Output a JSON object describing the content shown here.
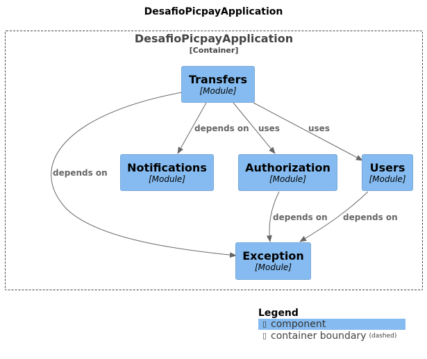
{
  "title": "DesafioPicpayApplication",
  "boundary": {
    "name": "DesafioPicpayApplication",
    "type": "[Container]"
  },
  "nodes": {
    "transfers": {
      "name": "Transfers",
      "type": "[Module]"
    },
    "notifications": {
      "name": "Notifications",
      "type": "[Module]"
    },
    "authorization": {
      "name": "Authorization",
      "type": "[Module]"
    },
    "users": {
      "name": "Users",
      "type": "[Module]"
    },
    "exception": {
      "name": "Exception",
      "type": "[Module]"
    }
  },
  "edges": [
    {
      "from": "Transfers",
      "to": "Exception",
      "label": "depends on"
    },
    {
      "from": "Transfers",
      "to": "Notifications",
      "label": "depends on"
    },
    {
      "from": "Transfers",
      "to": "Authorization",
      "label": "uses"
    },
    {
      "from": "Transfers",
      "to": "Users",
      "label": "uses"
    },
    {
      "from": "Authorization",
      "to": "Exception",
      "label": "depends on"
    },
    {
      "from": "Users",
      "to": "Exception",
      "label": "depends on"
    }
  ],
  "legend": {
    "title": "Legend",
    "component_icon": "▯",
    "component_label": "component",
    "boundary_icon": "▯",
    "boundary_label": "container boundary",
    "boundary_sub": "(dashed)"
  },
  "colors": {
    "component_fill": "#85BBF0",
    "edge": "#666666",
    "boundary": "#444444"
  }
}
